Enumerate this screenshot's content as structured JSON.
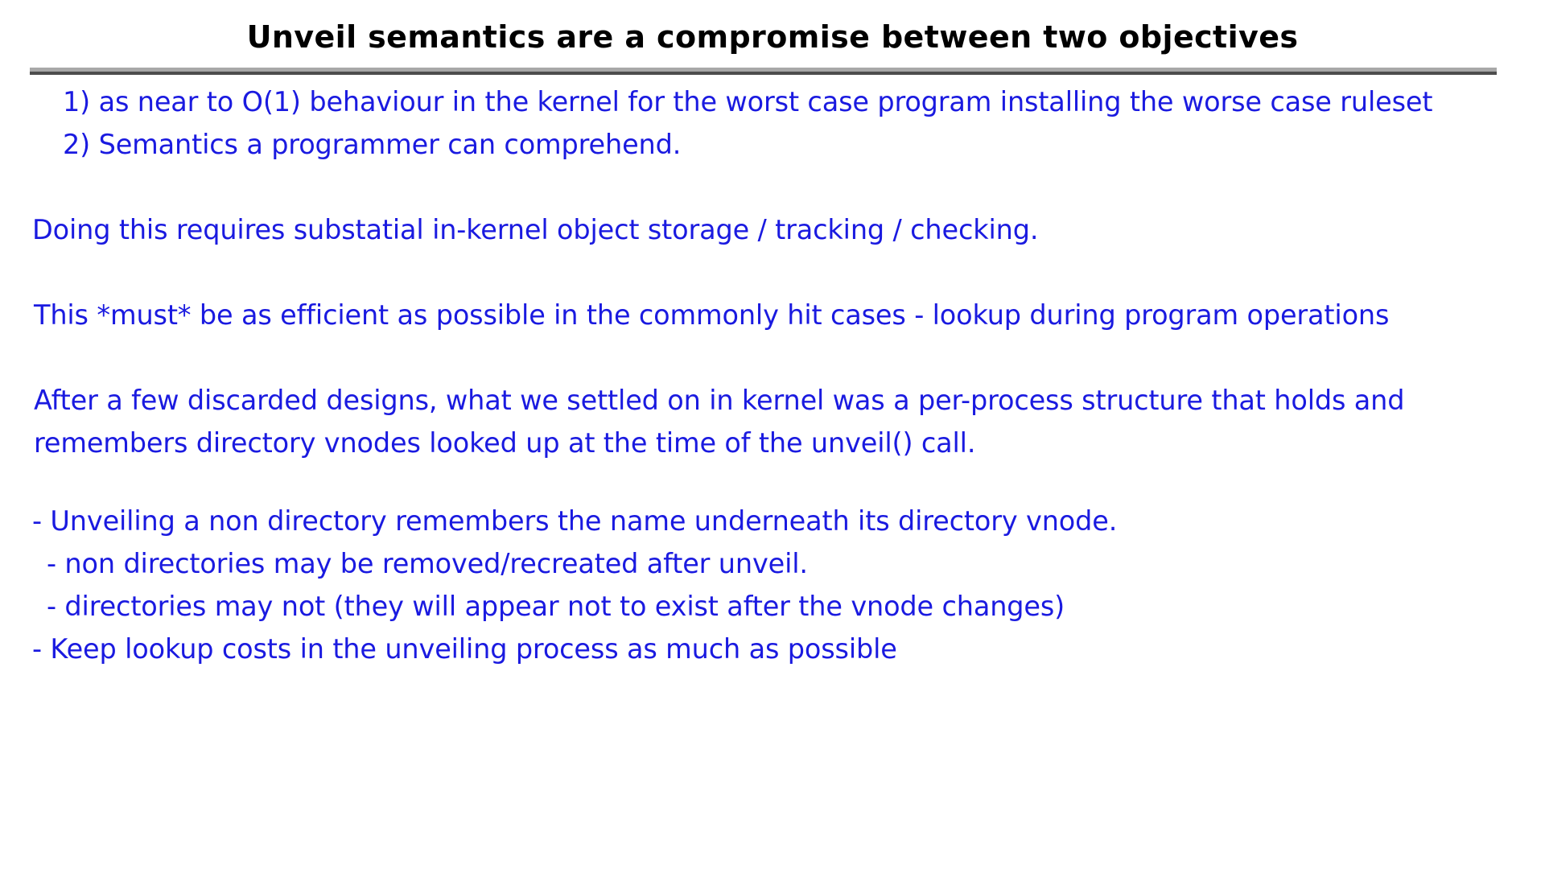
{
  "slide": {
    "title": "Unveil semantics are a compromise between two objectives",
    "title_color": "#000000",
    "body_color": "#1a1ae0",
    "background_color": "#ffffff",
    "rule_color_top": "#a8a8a8",
    "rule_color_bottom": "#4d4d4d",
    "body": {
      "objective_1": "1) as near to O(1) behaviour in the kernel for the worst case program installing the worse case ruleset",
      "objective_2": "2) Semantics a programmer can comprehend.",
      "paragraph_storage": "Doing this requires substatial in-kernel object storage / tracking / checking.",
      "paragraph_efficiency": "This *must* be as efficient as possible in the commonly hit cases - lookup during program operations",
      "paragraph_design": "After a few discarded designs, what we settled on in kernel was a per-process structure that holds and remembers directory vnodes looked up at the time of the unveil() call.",
      "bullets": [
        "- Unveiling a non directory remembers the name underneath its directory vnode.",
        "- non directories may be removed/recreated after unveil.",
        "- directories may not (they will appear not to exist after the vnode changes)",
        "- Keep lookup costs in the unveiling process as much as possible"
      ]
    }
  }
}
